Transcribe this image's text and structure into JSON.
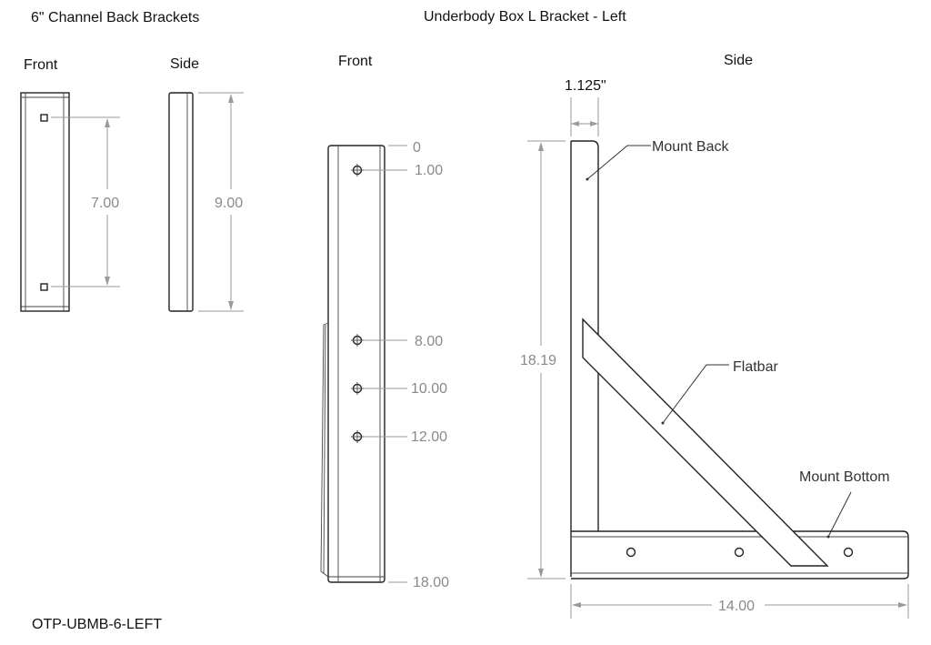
{
  "titles": {
    "channel_brackets": "6\" Channel Back Brackets",
    "underbody": "Underbody Box L Bracket - Left",
    "part_number": "OTP-UBMB-6-LEFT"
  },
  "views": {
    "channel_front": "Front",
    "channel_side": "Side",
    "l_front": "Front",
    "l_side": "Side"
  },
  "channel_dims": {
    "hole_spacing": "7.00",
    "length": "9.00"
  },
  "l_front_dims": {
    "origin": "0",
    "hole_1": "1.00",
    "hole_2": "8.00",
    "hole_3": "10.00",
    "hole_4": "12.00",
    "end": "18.00"
  },
  "l_side_dims": {
    "thickness": "1.125\"",
    "height": "18.19",
    "width": "14.00"
  },
  "callouts": {
    "mount_back": "Mount Back",
    "flatbar": "Flatbar",
    "mount_bottom": "Mount Bottom"
  }
}
